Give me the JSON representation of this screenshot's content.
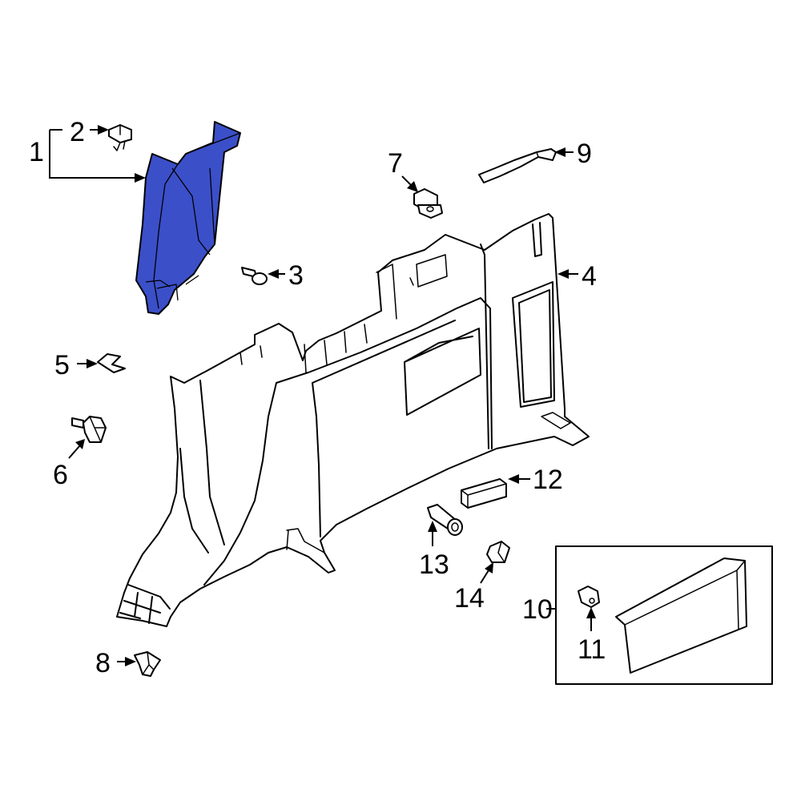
{
  "highlight_color": "#3b4fc9",
  "callouts": [
    {
      "id": "1",
      "text": "1"
    },
    {
      "id": "2",
      "text": "2"
    },
    {
      "id": "3",
      "text": "3"
    },
    {
      "id": "4",
      "text": "4"
    },
    {
      "id": "5",
      "text": "5"
    },
    {
      "id": "6",
      "text": "6"
    },
    {
      "id": "7",
      "text": "7"
    },
    {
      "id": "8",
      "text": "8"
    },
    {
      "id": "9",
      "text": "9"
    },
    {
      "id": "10",
      "text": "10"
    },
    {
      "id": "11",
      "text": "11"
    },
    {
      "id": "12",
      "text": "12"
    },
    {
      "id": "13",
      "text": "13"
    },
    {
      "id": "14",
      "text": "14"
    }
  ]
}
